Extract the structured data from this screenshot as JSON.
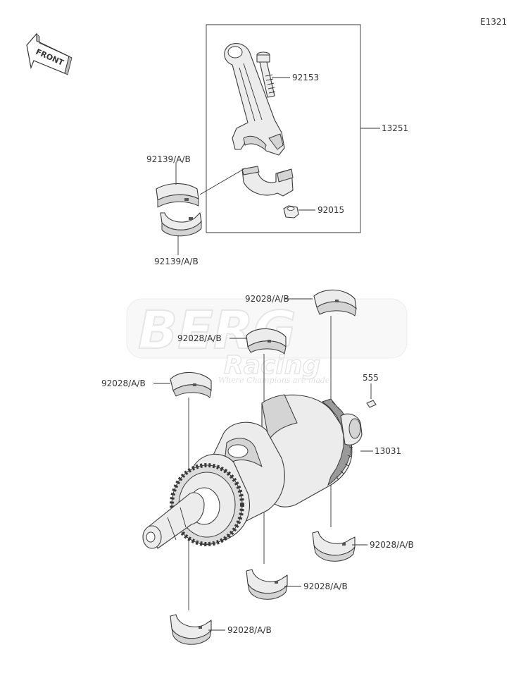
{
  "diagram": {
    "code": "E1321",
    "front_label": "FRONT",
    "watermark": {
      "brand": "BERG",
      "sub": "Racing",
      "tagline": "Where Champions are made"
    },
    "callouts": {
      "rod_bolt": "92153",
      "connecting_rod_assy": "13251",
      "rod_bearing_upper": "92139/A/B",
      "rod_bearing_lower": "92139/A/B",
      "rod_nut": "92015",
      "crankshaft": "13031",
      "pin": "555",
      "main_bearing_1": "92028/A/B",
      "main_bearing_2": "92028/A/B",
      "main_bearing_3": "92028/A/B",
      "main_bearing_4": "92028/A/B",
      "main_bearing_5": "92028/A/B",
      "main_bearing_6": "92028/A/B"
    }
  }
}
